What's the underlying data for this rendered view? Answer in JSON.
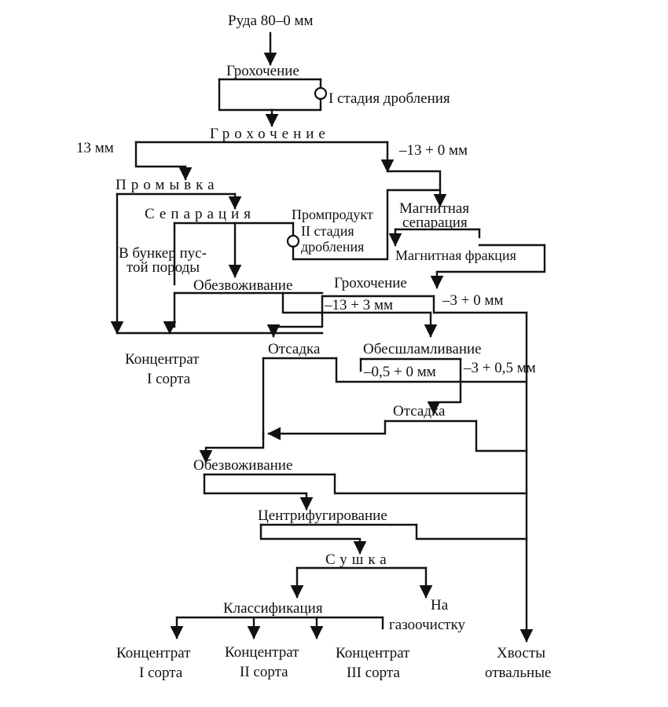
{
  "diagram": {
    "nodes": {
      "ore": "Руда 80–0 мм",
      "screening1": "Грохочение",
      "crushing1": "I стадия дробления",
      "screening2": "Грохочение",
      "fraction_13": "13 мм",
      "fraction_minus13_0": "–13 + 0 мм",
      "washing": "Промывка",
      "separation": "Сепарация",
      "middlings_l1": "Промпродукт",
      "crushing2_l1": "II стадия",
      "crushing2_l2": "дробления",
      "waste_bunker_l1": "В бункер пус-",
      "waste_bunker_l2": "той породы",
      "magnetic_sep_l1": "Магнитная",
      "magnetic_sep_l2": "сепарация",
      "magnetic_fraction": "Магнитная фракция",
      "dewatering1": "Обезвоживание",
      "screening3": "Грохочение",
      "fraction_minus13_3": "–13 + 3 мм",
      "fraction_minus3_0": "–3 + 0 мм",
      "concentrate_top_l1": "Концентрат",
      "concentrate_top_l2": "I сорта",
      "jigging1": "Отсадка",
      "desliming": "Обесшламливание",
      "fraction_minus05_0": "–0,5 + 0 мм",
      "fraction_minus3_05": "–3 + 0,5 мм",
      "jigging2": "Отсадка",
      "dewatering2": "Обезвоживание",
      "centrifuging": "Центрифугирование",
      "drying": "Сушка",
      "classification": "Классификация",
      "gas_cleaning_l1": "На",
      "gas_cleaning_l2": "газоочистку",
      "conc1_l1": "Концентрат",
      "conc1_l2": "I сорта",
      "conc2_l1": "Концентрат",
      "conc2_l2": "II сорта",
      "conc3_l1": "Концентрат",
      "conc3_l2": "III сорта",
      "tailings_l1": "Хвосты",
      "tailings_l2": "отвальные"
    }
  }
}
